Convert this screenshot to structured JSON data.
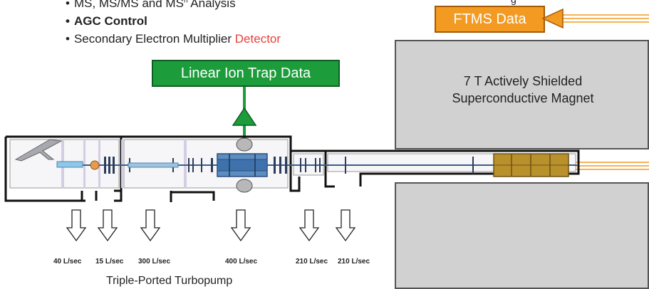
{
  "bullets": [
    {
      "text": "MS, MS/MS and MS",
      "sup": "n",
      "suffix": " Analysis"
    },
    {
      "text": "AGC Control"
    },
    {
      "text": "Secondary Electron Multiplier ",
      "highlight": "Detector"
    }
  ],
  "linear_ion_trap_label": "Linear Ion Trap Data",
  "ftms_label": "FTMS Data",
  "magnet_lines": [
    "7 T Actively Shielded",
    "Superconductive Magnet"
  ],
  "magnet_top_cut_text": "g",
  "pump_rates": [
    "40 L/sec",
    "15 L/sec",
    "300 L/sec",
    "400 L/sec",
    "210 L/sec",
    "210 L/sec"
  ],
  "turbopump_label": "Triple-Ported Turbopump",
  "colors": {
    "green": "#1d9c3c",
    "orange": "#f39a22",
    "magnet_gray": "#d1d1d1",
    "detector_red": "#e8403a"
  }
}
